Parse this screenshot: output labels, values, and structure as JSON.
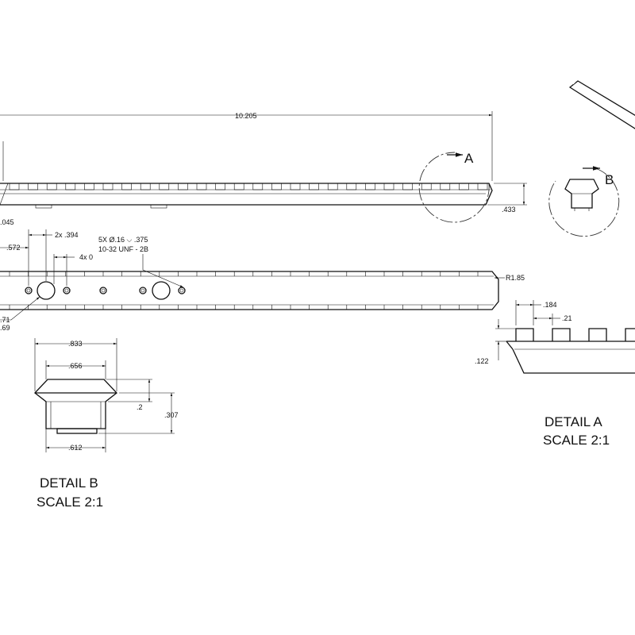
{
  "dimensions": {
    "overall_length": "10.205",
    "left_partial": ".045",
    "height": ".433",
    "spacing": "2x .394",
    "first_offset": ".572",
    "counterbore": "4x 0",
    "hole_callout_1": "5X Ø.16 ⌵ .375",
    "hole_callout_2": "10-32 UNF - 2B",
    "radius": "R1.85",
    "left_partial_a": ".71",
    "left_partial_b": ".69",
    "slot_pitch": ".184",
    "slot_width": ".21",
    "slot_depth": ".122",
    "top_width": ".833",
    "upper_width": ".656",
    "bottom_width": ".612",
    "dovetail_height": ".2",
    "total_height": ".307"
  },
  "callouts": {
    "detail_a_letter": "A",
    "detail_b_letter": "B"
  },
  "details": {
    "a_title": "DETAIL A",
    "a_scale": "SCALE 2:1",
    "b_title": "DETAIL B",
    "b_scale": "SCALE 2:1"
  }
}
